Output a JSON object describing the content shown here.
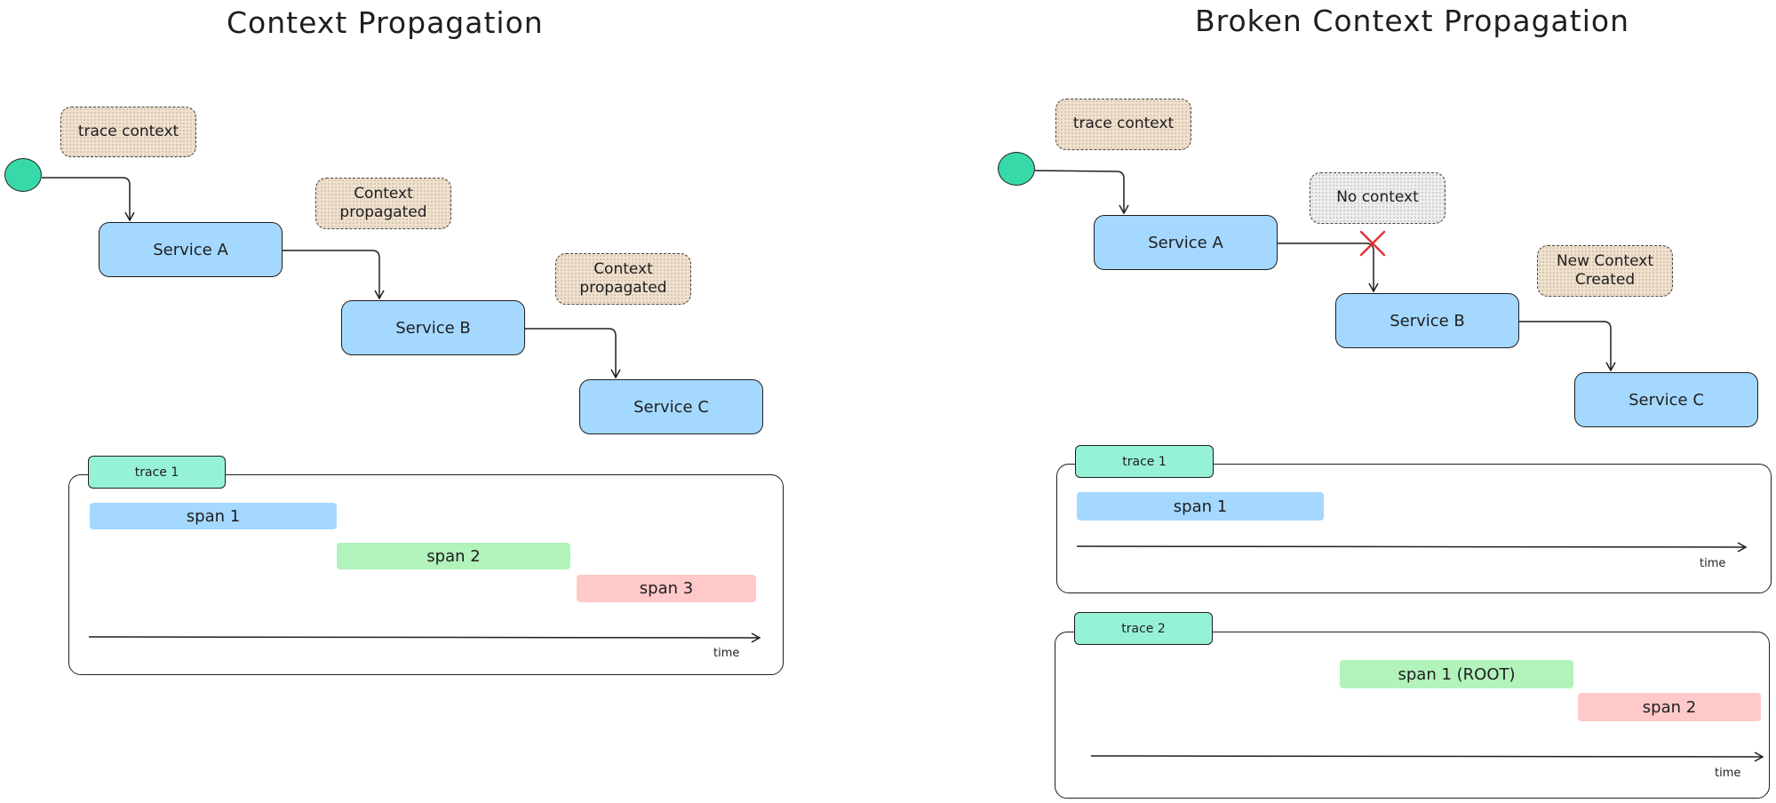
{
  "left": {
    "title": "Context Propagation",
    "notes": {
      "trace_context": "trace context",
      "context_propagated_1": "Context\npropagated",
      "context_propagated_2": "Context\npropagated"
    },
    "services": {
      "a": "Service A",
      "b": "Service B",
      "c": "Service C"
    },
    "trace": {
      "tab": "trace 1",
      "spans": {
        "s1": "span 1",
        "s2": "span 2",
        "s3": "span 3"
      },
      "axis_label": "time"
    }
  },
  "right": {
    "title": "Broken Context Propagation",
    "notes": {
      "trace_context": "trace context",
      "no_context": "No context",
      "new_context": "New Context\nCreated"
    },
    "services": {
      "a": "Service A",
      "b": "Service B",
      "c": "Service C"
    },
    "trace1": {
      "tab": "trace 1",
      "spans": {
        "s1": "span 1"
      },
      "axis_label": "time"
    },
    "trace2": {
      "tab": "trace 2",
      "spans": {
        "s1": "span 1 (ROOT)",
        "s2": "span 2"
      },
      "axis_label": "time"
    }
  },
  "colors": {
    "service": "#a5d8ff",
    "note": "#f0e1cf",
    "note_gray": "#eeeeee",
    "trace_tab": "#96f2d7",
    "start_dot": "#38d9a9",
    "span_blue": "#a5d8ff",
    "span_green": "#b2f2bb",
    "span_red": "#ffc9c9",
    "broken_mark": "#e03131"
  }
}
